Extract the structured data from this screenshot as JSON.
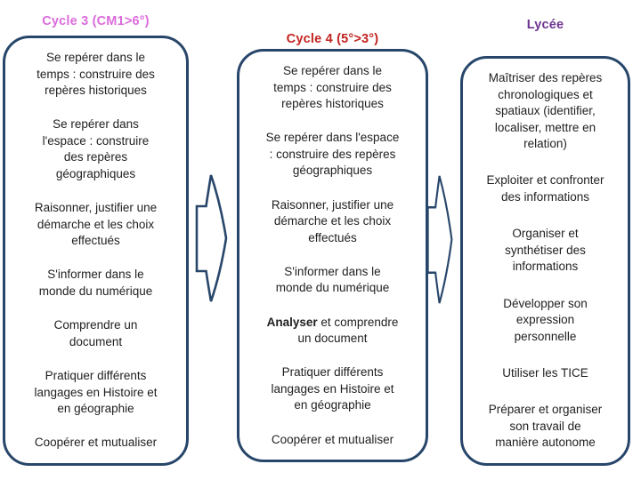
{
  "colors": {
    "outline": "#27466a",
    "body_text": "#1f1f1f",
    "background": "#ffffff"
  },
  "columns": [
    {
      "id": "cycle3",
      "header": "Cycle 3 (CM1>6°)",
      "header_color": "#dc6bdc",
      "items": [
        "Se repérer dans le\ntemps : construire des\nrepères historiques",
        "Se repérer dans\nl'espace : construire\ndes repères\ngéographiques",
        "Raisonner, justifier une\ndémarche et les choix\neffectués",
        "S'informer dans le\nmonde du numérique",
        "Comprendre un\ndocument",
        "Pratiquer différents\nlangages en Histoire et\nen géographie",
        "Coopérer et mutualiser"
      ]
    },
    {
      "id": "cycle4",
      "header": "Cycle 4 (5°>3°)",
      "header_color": "#c22320",
      "items": [
        "Se repérer dans le\ntemps : construire des\nrepères historiques",
        "Se repérer dans l'espace\n: construire des repères\ngéographiques",
        "Raisonner, justifier une\ndémarche et les choix\neffectués",
        "S'informer dans le\nmonde du numérique",
        {
          "bold": "Analyser",
          "text": " et comprendre\nun document"
        },
        "Pratiquer différents\nlangages en Histoire et\nen géographie",
        "Coopérer et mutualiser"
      ]
    },
    {
      "id": "lycee",
      "header": "Lycée",
      "header_color": "#6e3390",
      "items": [
        "Maîtriser des repères\nchronologiques et\nspatiaux (identifier,\nlocaliser, mettre en\nrelation)",
        "Exploiter et confronter\ndes informations",
        "Organiser et\nsynthétiser des\ninformations",
        "Développer son\nexpression\npersonnelle",
        "Utiliser les TICE",
        "Préparer et organiser\nson travail de\nmanière autonome"
      ]
    }
  ],
  "arrows": [
    {
      "name": "cycle3-to-cycle4",
      "direction": "right"
    },
    {
      "name": "cycle4-to-lycee",
      "direction": "right"
    }
  ]
}
